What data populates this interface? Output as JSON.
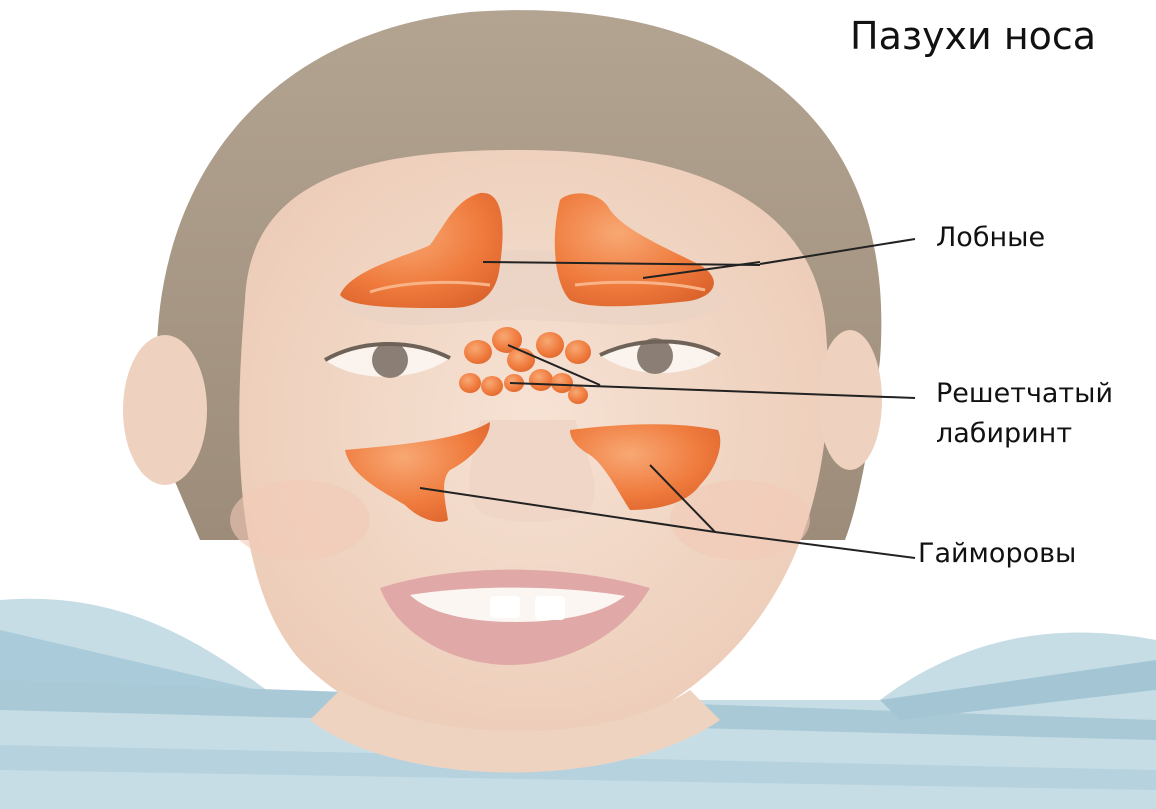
{
  "title": "Пазухи носа",
  "labels": {
    "frontal": "Лобные",
    "ethmoid_line1": "Решетчатый",
    "ethmoid_line2": "лабиринт",
    "maxillary": "Гайморовы"
  },
  "colors": {
    "sinus": "#f07a3a",
    "sinus_light": "#f6a06c",
    "skin": "#f3d8c6",
    "hair": "#a69582",
    "shirt_stripe": "#aacbd9",
    "leader_line": "#222222"
  }
}
